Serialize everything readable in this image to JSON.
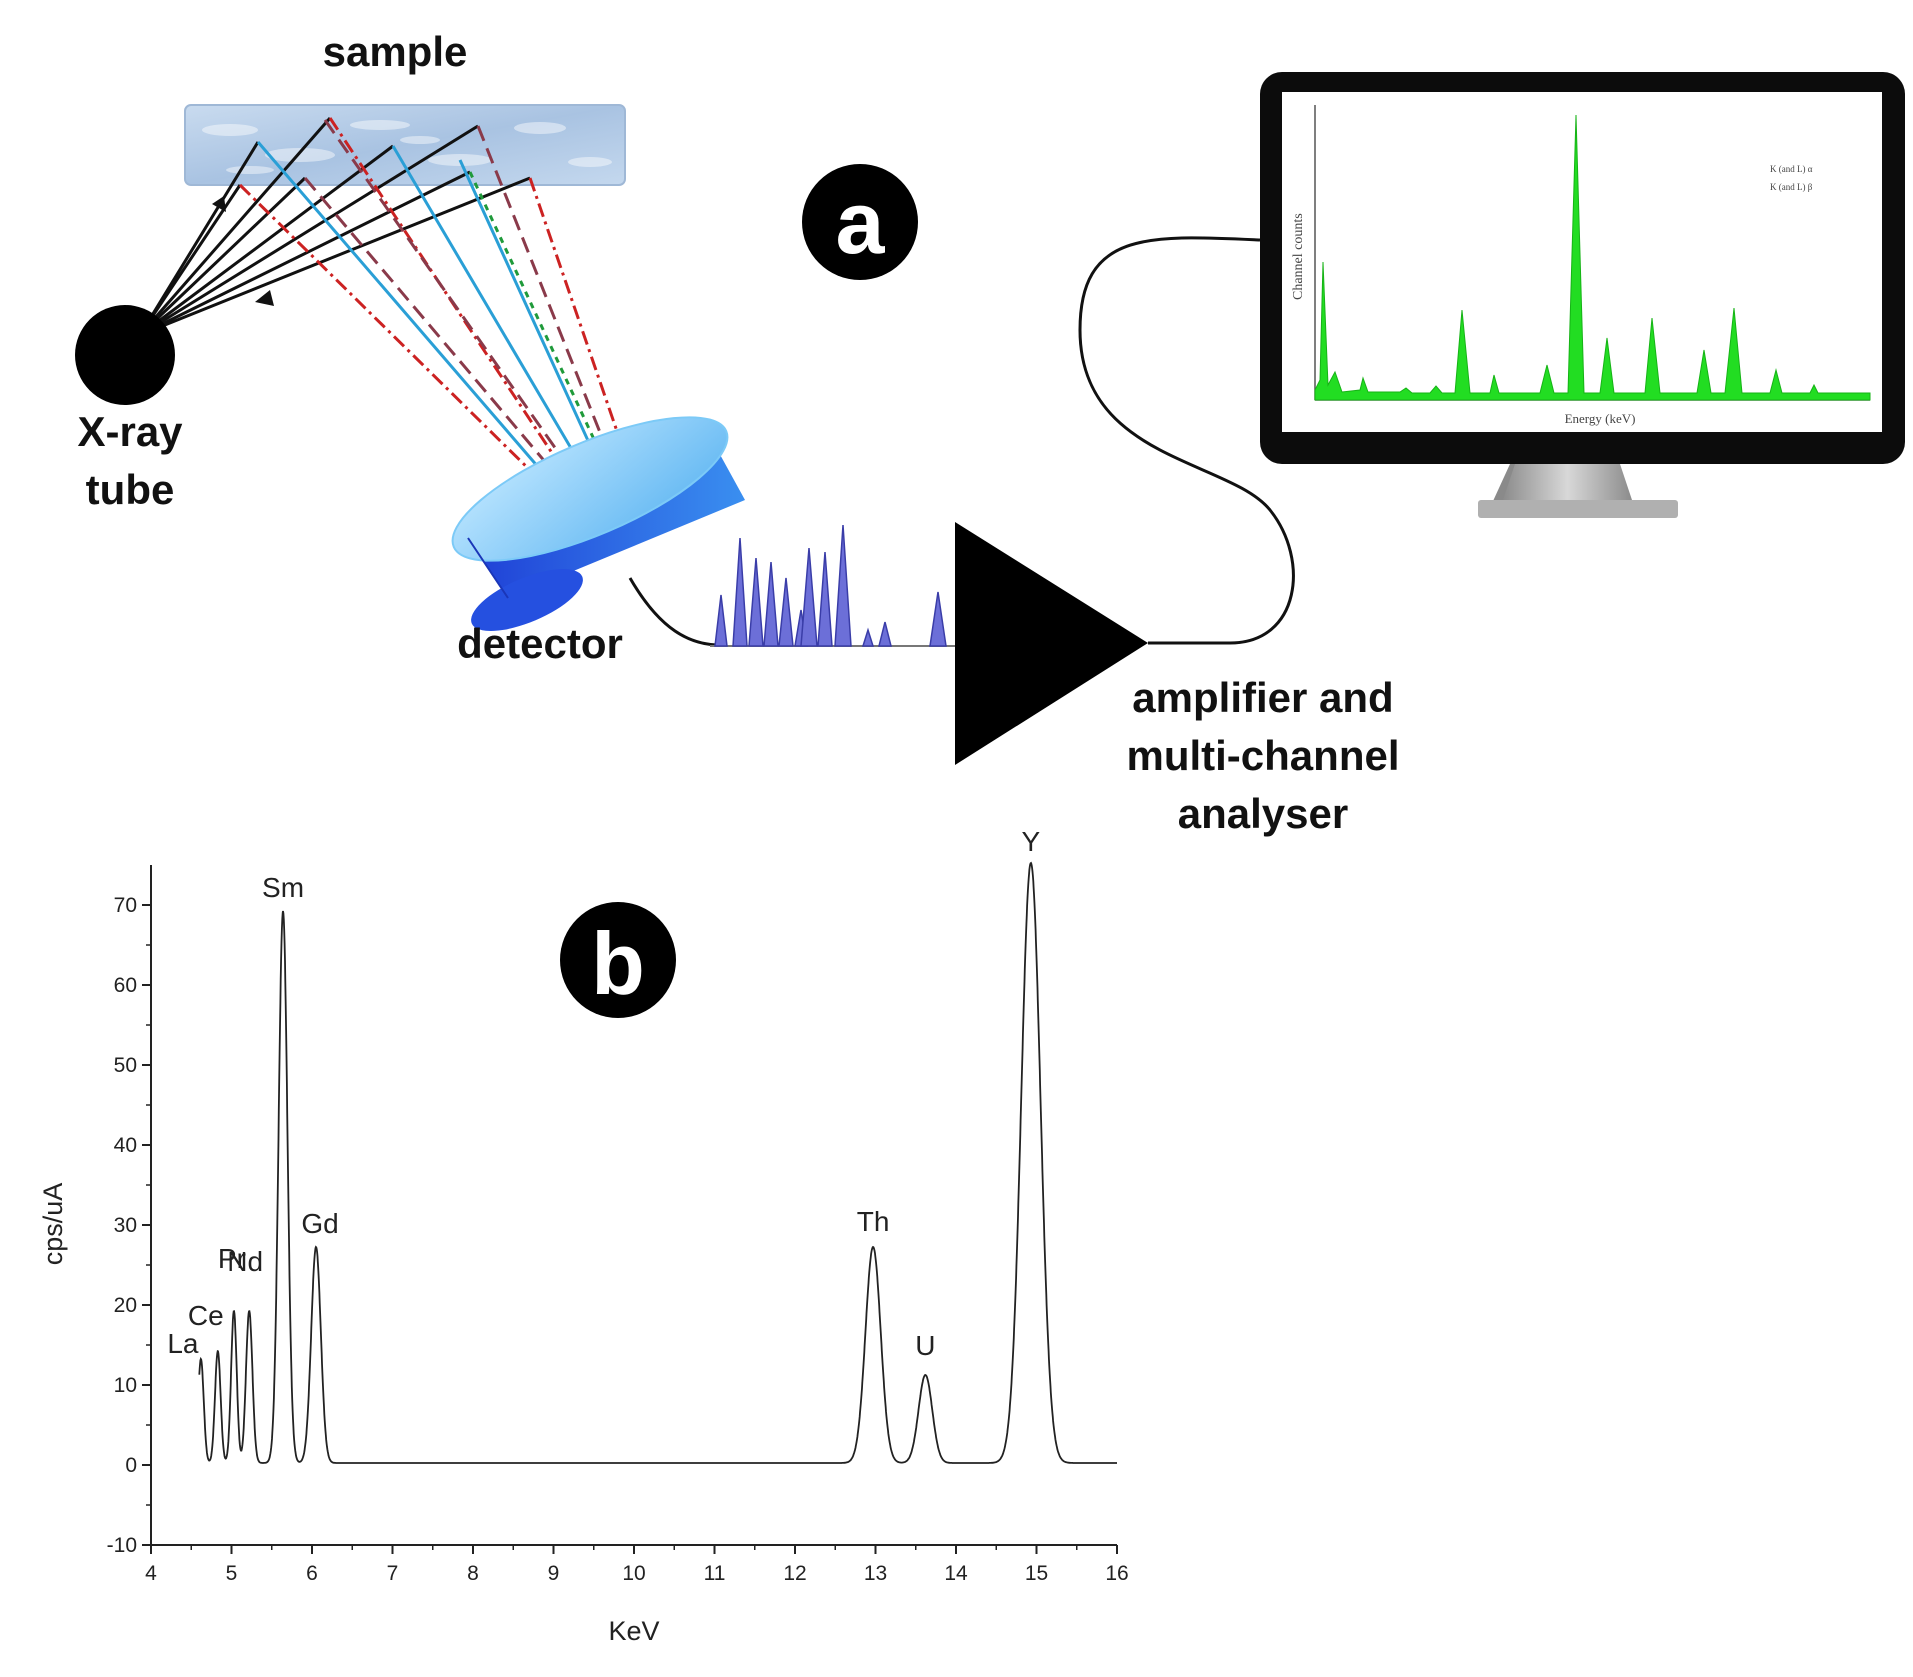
{
  "panel_a": {
    "badge": "a",
    "labels": {
      "sample": "sample",
      "xray_tube_line1": "X-ray",
      "xray_tube_line2": "tube",
      "detector": "detector",
      "amplifier_line1": "amplifier and",
      "amplifier_line2": "multi-channel",
      "amplifier_line3": "analyser"
    },
    "monitor": {
      "ylabel": "Channel counts",
      "xlabel": "Energy (keV)",
      "legend": [
        "K (and L) α",
        "K (and L) β"
      ],
      "plot_color": "#22dd22"
    }
  },
  "panel_b": {
    "badge": "b"
  },
  "colors": {
    "badge_bg": "#000000",
    "detector_blue": "#2d6fe0",
    "ray_red": "#cc2222",
    "ray_blue": "#2a9fd6",
    "ray_green": "#1f9a3a",
    "ray_maroon": "#8a3a4a",
    "sample_blue": "#b8cfe8",
    "monitor_green": "#22dd22"
  },
  "chart_data": {
    "type": "line",
    "xlabel": "KeV",
    "ylabel": "cps/uA",
    "xlim": [
      4,
      16
    ],
    "ylim": [
      -10,
      75
    ],
    "xticks": [
      4,
      5,
      6,
      7,
      8,
      9,
      10,
      11,
      12,
      13,
      14,
      15,
      16
    ],
    "yticks": [
      -10,
      0,
      10,
      20,
      30,
      40,
      50,
      60,
      70
    ],
    "grid": false,
    "peaks": [
      {
        "label": "La",
        "x": 4.62,
        "y": 13
      },
      {
        "label": "Ce",
        "x": 4.83,
        "y": 14
      },
      {
        "label": "Pr",
        "x": 5.03,
        "y": 19
      },
      {
        "label": "Nd",
        "x": 5.22,
        "y": 19
      },
      {
        "label": "Sm",
        "x": 5.64,
        "y": 69
      },
      {
        "label": "Gd",
        "x": 6.05,
        "y": 27
      },
      {
        "label": "Th",
        "x": 12.97,
        "y": 27
      },
      {
        "label": "U",
        "x": 13.62,
        "y": 11
      },
      {
        "label": "Y",
        "x": 14.93,
        "y": 75
      }
    ]
  }
}
